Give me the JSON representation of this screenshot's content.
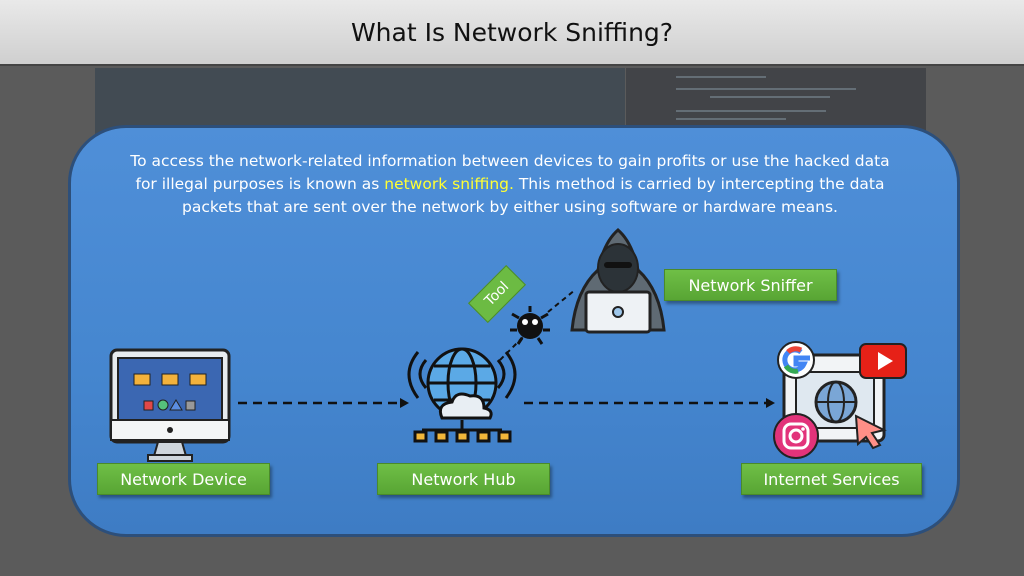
{
  "title": "What Is Network Sniffing?",
  "description": {
    "before": "To access the network-related information between devices to gain profits or use the hacked data for illegal purposes is known as ",
    "highlight": "network sniffing.",
    "after": " This method is carried by intercepting the data packets that are sent over the network by either using software or hardware means."
  },
  "labels": {
    "network_device": "Network Device",
    "network_hub": "Network Hub",
    "internet_services": "Internet Services",
    "network_sniffer": "Network Sniffer",
    "tool": "Tool"
  },
  "icons": [
    "desktop-computer-icon",
    "network-hub-globe-icon",
    "hacker-laptop-icon",
    "virus-bug-icon",
    "internet-browser-icon",
    "google-icon",
    "youtube-icon",
    "instagram-icon"
  ],
  "colors": {
    "panel": "#4a8ad3",
    "label_green": "#62b13c",
    "highlight": "#ffff33",
    "title_bar": "#dcdcdc"
  }
}
